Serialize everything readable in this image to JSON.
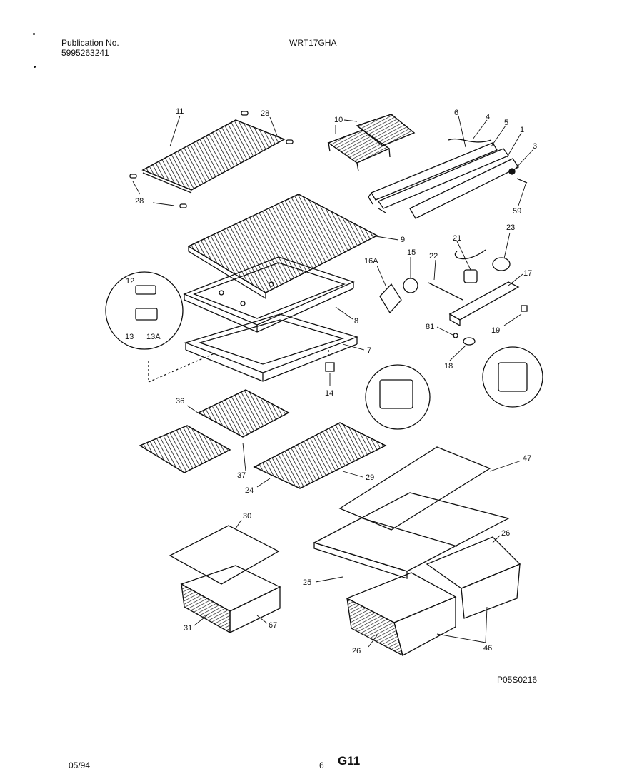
{
  "header": {
    "publication_label": "Publication No.",
    "publication_number": "5995263241",
    "model": "WRT17GHA"
  },
  "diagram_code": "P05S0216",
  "footer": {
    "date": "05/94",
    "page_number": "6",
    "section": "G11"
  },
  "callouts": [
    "11",
    "28",
    "28",
    "10",
    "6",
    "4",
    "5",
    "1",
    "3",
    "59",
    "9",
    "21",
    "23",
    "16A",
    "15",
    "22",
    "17",
    "12",
    "13",
    "13A",
    "8",
    "81",
    "19",
    "7",
    "18",
    "14",
    "36",
    "47",
    "37",
    "29",
    "24",
    "30",
    "26",
    "25",
    "31",
    "67",
    "26",
    "46"
  ]
}
